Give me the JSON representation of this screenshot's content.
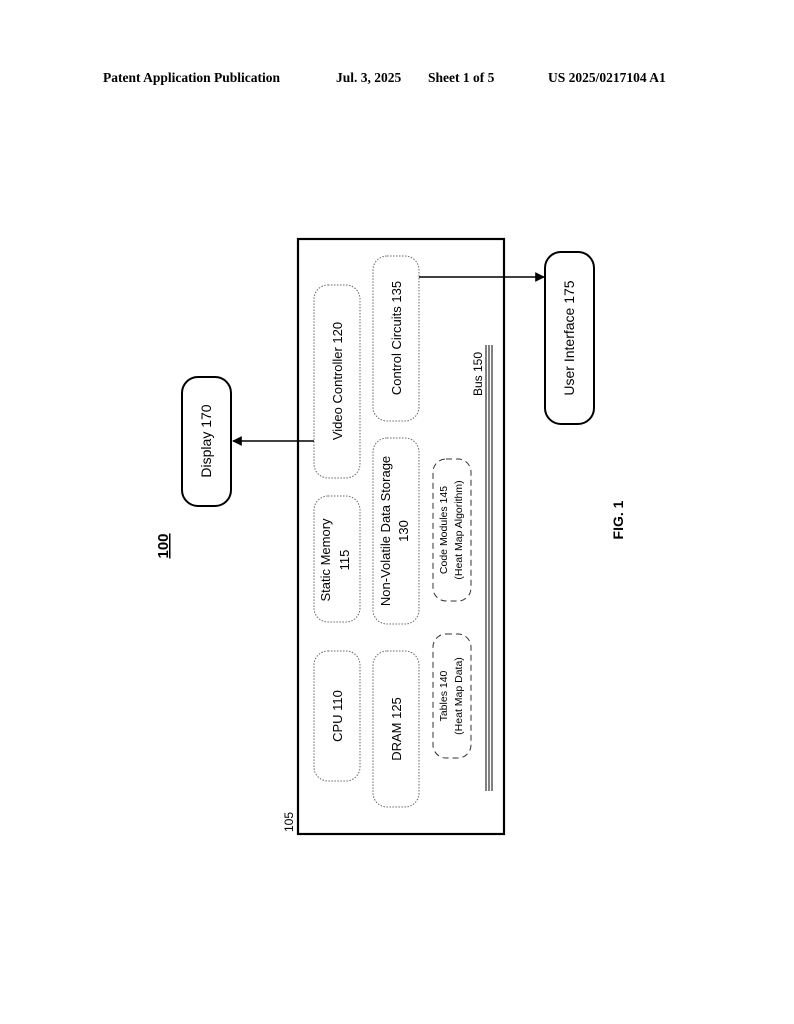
{
  "header": {
    "publication": "Patent Application Publication",
    "date": "Jul. 3, 2025",
    "sheet": "Sheet 1 of 5",
    "number": "US 2025/0217104 A1"
  },
  "figure": {
    "system_ref": "100",
    "enclosure_ref": "105",
    "label": "FIG. 1",
    "blocks": {
      "cpu": "CPU 110",
      "static_memory_1": "Static Memory",
      "static_memory_2": "115",
      "video_controller": "Video Controller 120",
      "dram": "DRAM 125",
      "nvds_1": "Non-Volatile Data Storage",
      "nvds_2": "130",
      "control_circuits": "Control Circuits 135",
      "tables_1": "Tables 140",
      "tables_2": "(Heat Map Data)",
      "code_modules_1": "Code Modules 145",
      "code_modules_2": "(Heat Map Algorithm)",
      "bus": "Bus 150"
    },
    "external": {
      "display": "Display 170",
      "user_interface": "User Interface 175"
    }
  }
}
